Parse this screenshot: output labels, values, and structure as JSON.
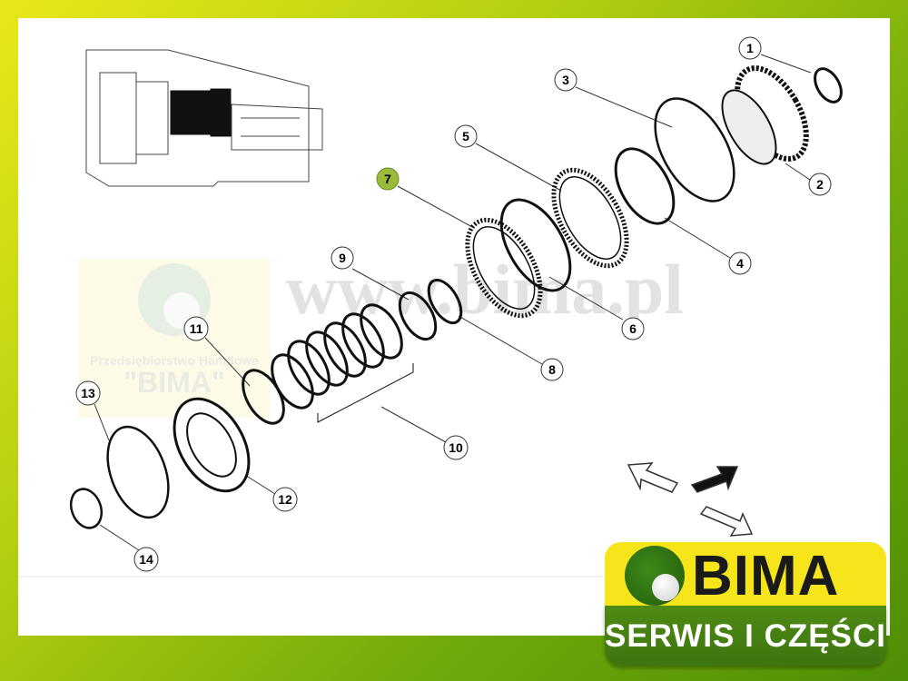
{
  "watermark": {
    "url_text": "www.bima.pl",
    "company_line": "Przedsiębiorstwo Handlowe",
    "company_name": "\"BIMA\""
  },
  "callouts": [
    {
      "num": "1"
    },
    {
      "num": "2"
    },
    {
      "num": "3"
    },
    {
      "num": "4"
    },
    {
      "num": "5"
    },
    {
      "num": "6"
    },
    {
      "num": "7",
      "highlighted": true
    },
    {
      "num": "8"
    },
    {
      "num": "9"
    },
    {
      "num": "10"
    },
    {
      "num": "11"
    },
    {
      "num": "12"
    },
    {
      "num": "13"
    },
    {
      "num": "14"
    }
  ],
  "highlight_color": "#9bbb3a",
  "logo": {
    "brand": "BIMA",
    "tagline": "SERWIS I CZĘŚCI"
  }
}
